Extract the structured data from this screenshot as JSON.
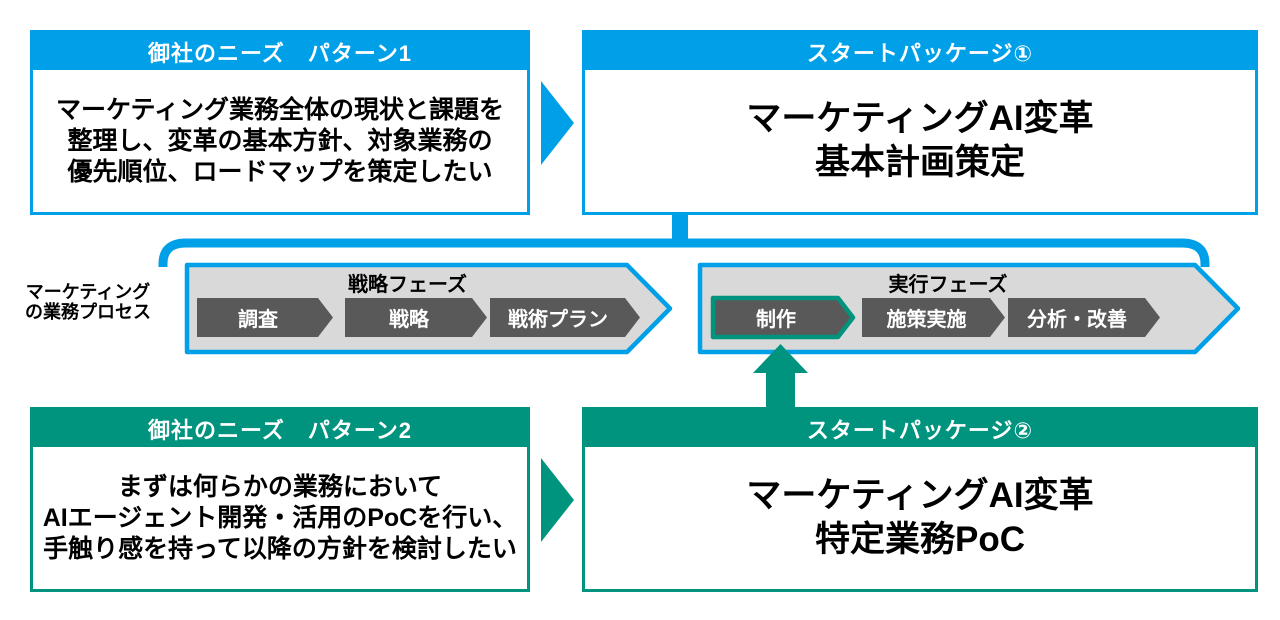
{
  "palette": {
    "cyan": "#00A0E9",
    "teal": "#00947F",
    "step_gray": "#595959",
    "phase_gray": "#D9D9D9",
    "text_black": "#000000",
    "text_white": "#FFFFFF"
  },
  "needs1": {
    "header": "御社のニーズ　パターン1",
    "body": "マーケティング業務全体の現状と課題を\n整理し、変革の基本方針、対象業務の\n優先順位、ロードマップを策定したい"
  },
  "pkg1": {
    "header": "スタートパッケージ①",
    "body": "マーケティングAI変革\n基本計画策定"
  },
  "needs2": {
    "header": "御社のニーズ　パターン2",
    "body": "まずは何らかの業務において\nAIエージェント開発・活用のPoCを行い、\n手触り感を持って以降の方針を検討したい"
  },
  "pkg2": {
    "header": "スタートパッケージ②",
    "body": "マーケティングAI変革\n特定業務PoC"
  },
  "process": {
    "label": "マーケティング\nの業務プロセス",
    "phases": [
      {
        "title": "戦略フェーズ",
        "steps": [
          "調査",
          "戦略",
          "戦術プラン"
        ]
      },
      {
        "title": "実行フェーズ",
        "steps": [
          "制作",
          "施策実施",
          "分析・改善"
        ]
      }
    ],
    "highlighted_step": "制作"
  }
}
